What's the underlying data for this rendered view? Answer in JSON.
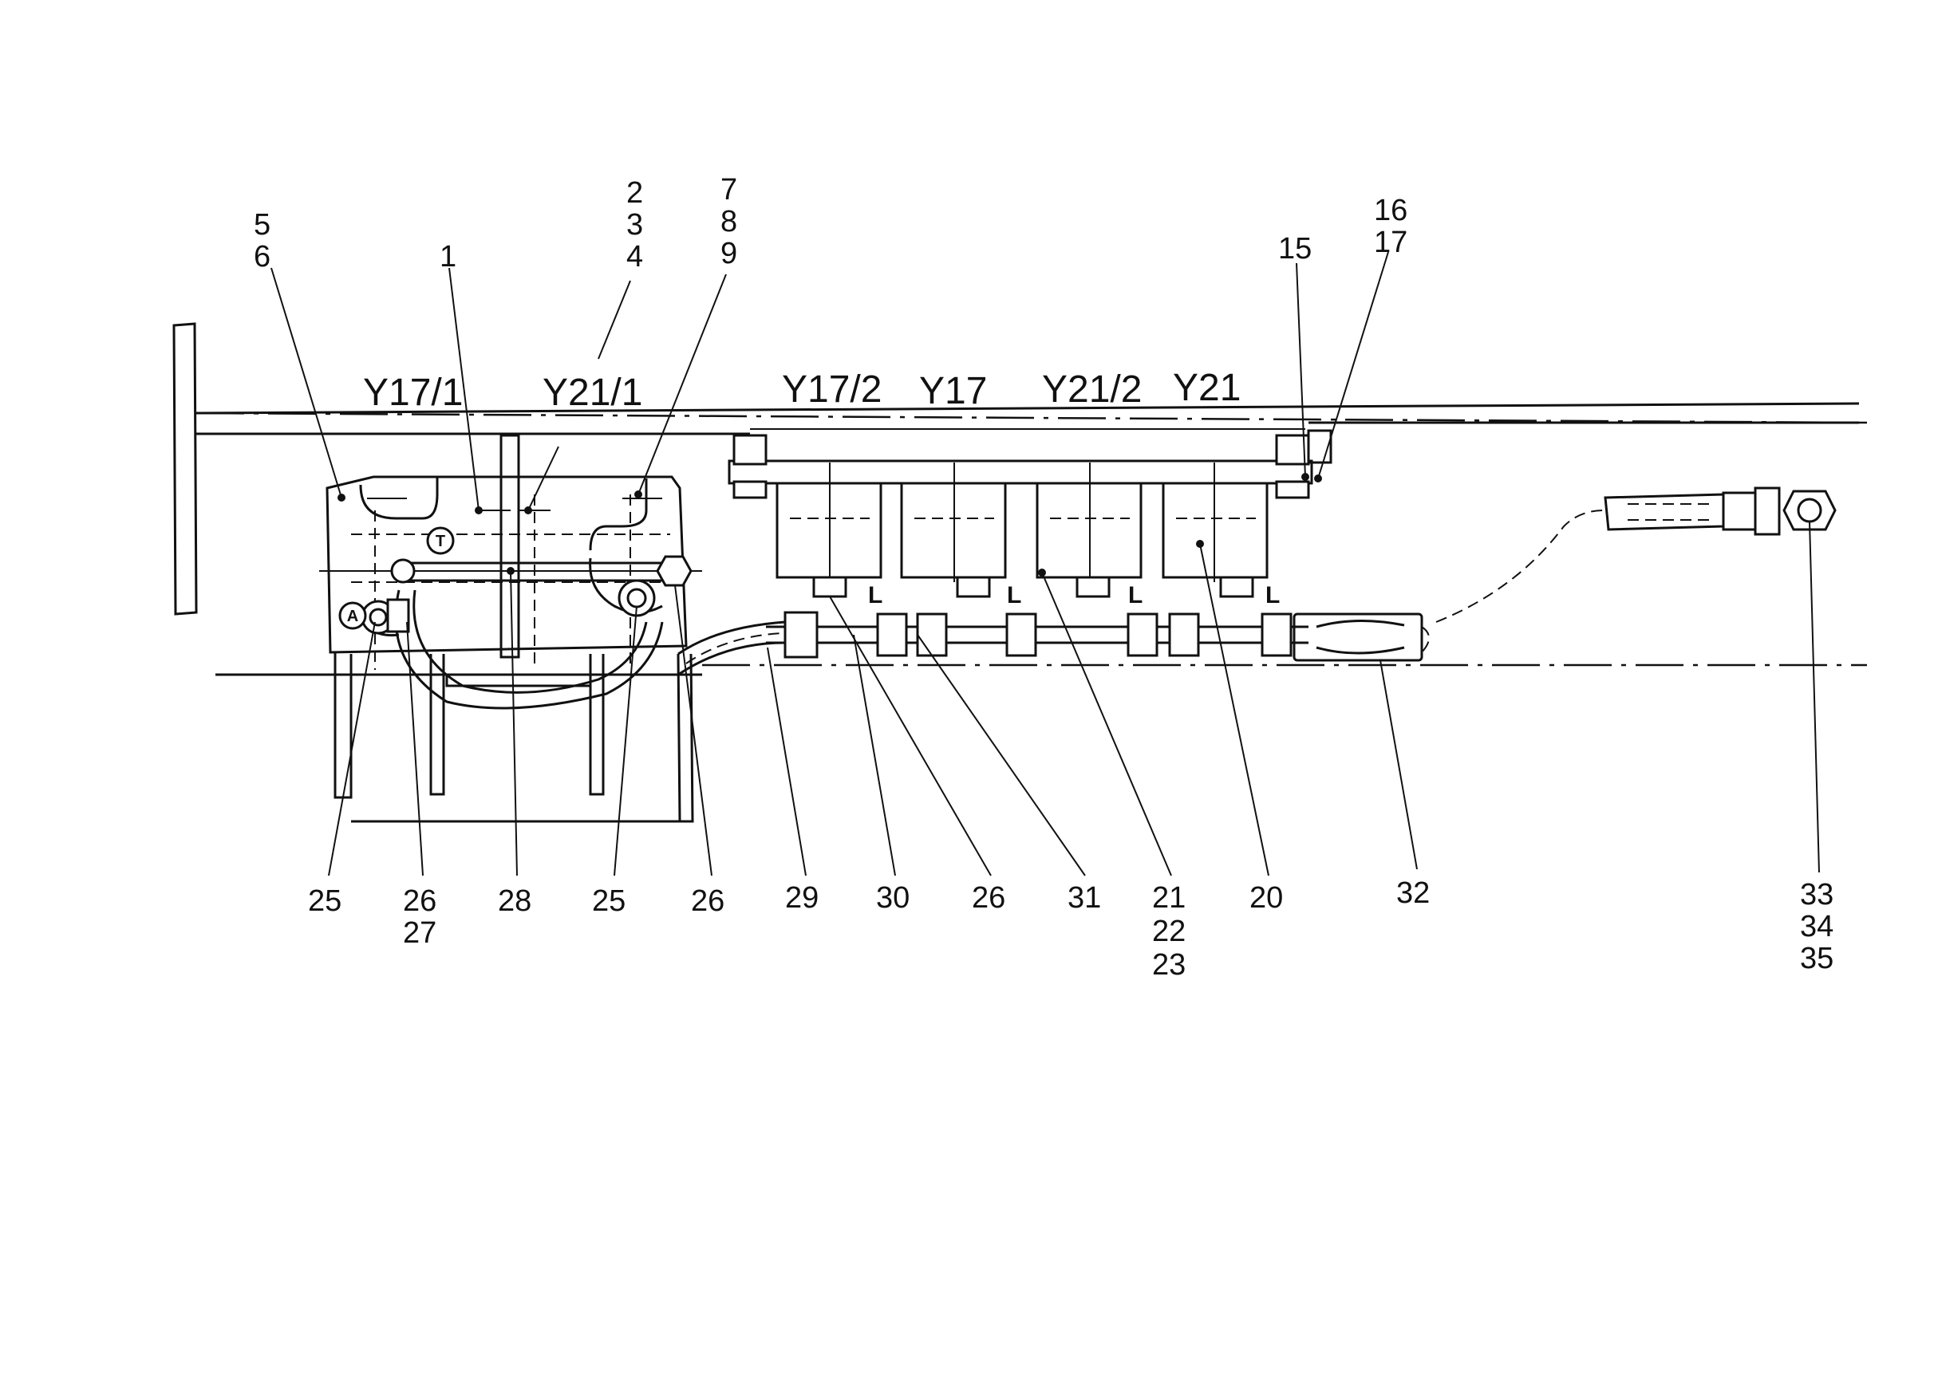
{
  "signals": [
    "Y17/1",
    "Y21/1",
    "Y17/2",
    "Y17",
    "Y21/2",
    "Y21"
  ],
  "ports": [
    "A",
    "T"
  ],
  "solenoid_mark": "L",
  "callouts_top": [
    [
      "5",
      "6"
    ],
    [
      "1"
    ],
    [
      "2",
      "3",
      "4"
    ],
    [
      "7",
      "8",
      "9"
    ],
    [
      "15"
    ],
    [
      "16",
      "17"
    ]
  ],
  "callouts_bottom": [
    [
      "25"
    ],
    [
      "26",
      "27"
    ],
    [
      "28"
    ],
    [
      "25"
    ],
    [
      "26"
    ],
    [
      "29"
    ],
    [
      "30"
    ],
    [
      "26"
    ],
    [
      "31"
    ],
    [
      "21",
      "22",
      "23"
    ],
    [
      "20"
    ],
    [
      "32"
    ],
    [
      "33",
      "34",
      "35"
    ]
  ]
}
